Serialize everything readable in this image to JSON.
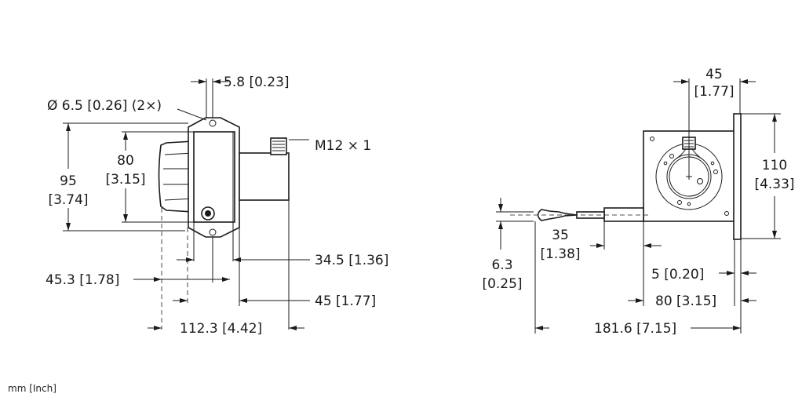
{
  "units_note": "mm [Inch]",
  "side_view": {
    "hole_label": "Ø 6.5 [0.26] (2×)",
    "dim_hole_spacing": "5.8 [0.23]",
    "connector_label": "M12 × 1",
    "dim_height_outer": "95",
    "dim_height_outer_in": "[3.74]",
    "dim_height_inner": "80",
    "dim_height_inner_in": "[3.15]",
    "dim_flange": "34.5 [1.36]",
    "dim_hub": "45.3 [1.78]",
    "dim_body": "45 [1.77]",
    "dim_total": "112.3 [4.42]"
  },
  "front_view": {
    "dim_connector_offset": "45",
    "dim_connector_offset_in": "[1.77]",
    "dim_height": "110",
    "dim_height_in": "[4.33]",
    "dim_cable_offset": "6.3",
    "dim_cable_offset_in": "[0.25]",
    "dim_guide": "35",
    "dim_guide_in": "[1.38]",
    "dim_plate": "5 [0.20]",
    "dim_body": "80 [3.15]",
    "dim_total": "181.6 [7.15]"
  }
}
